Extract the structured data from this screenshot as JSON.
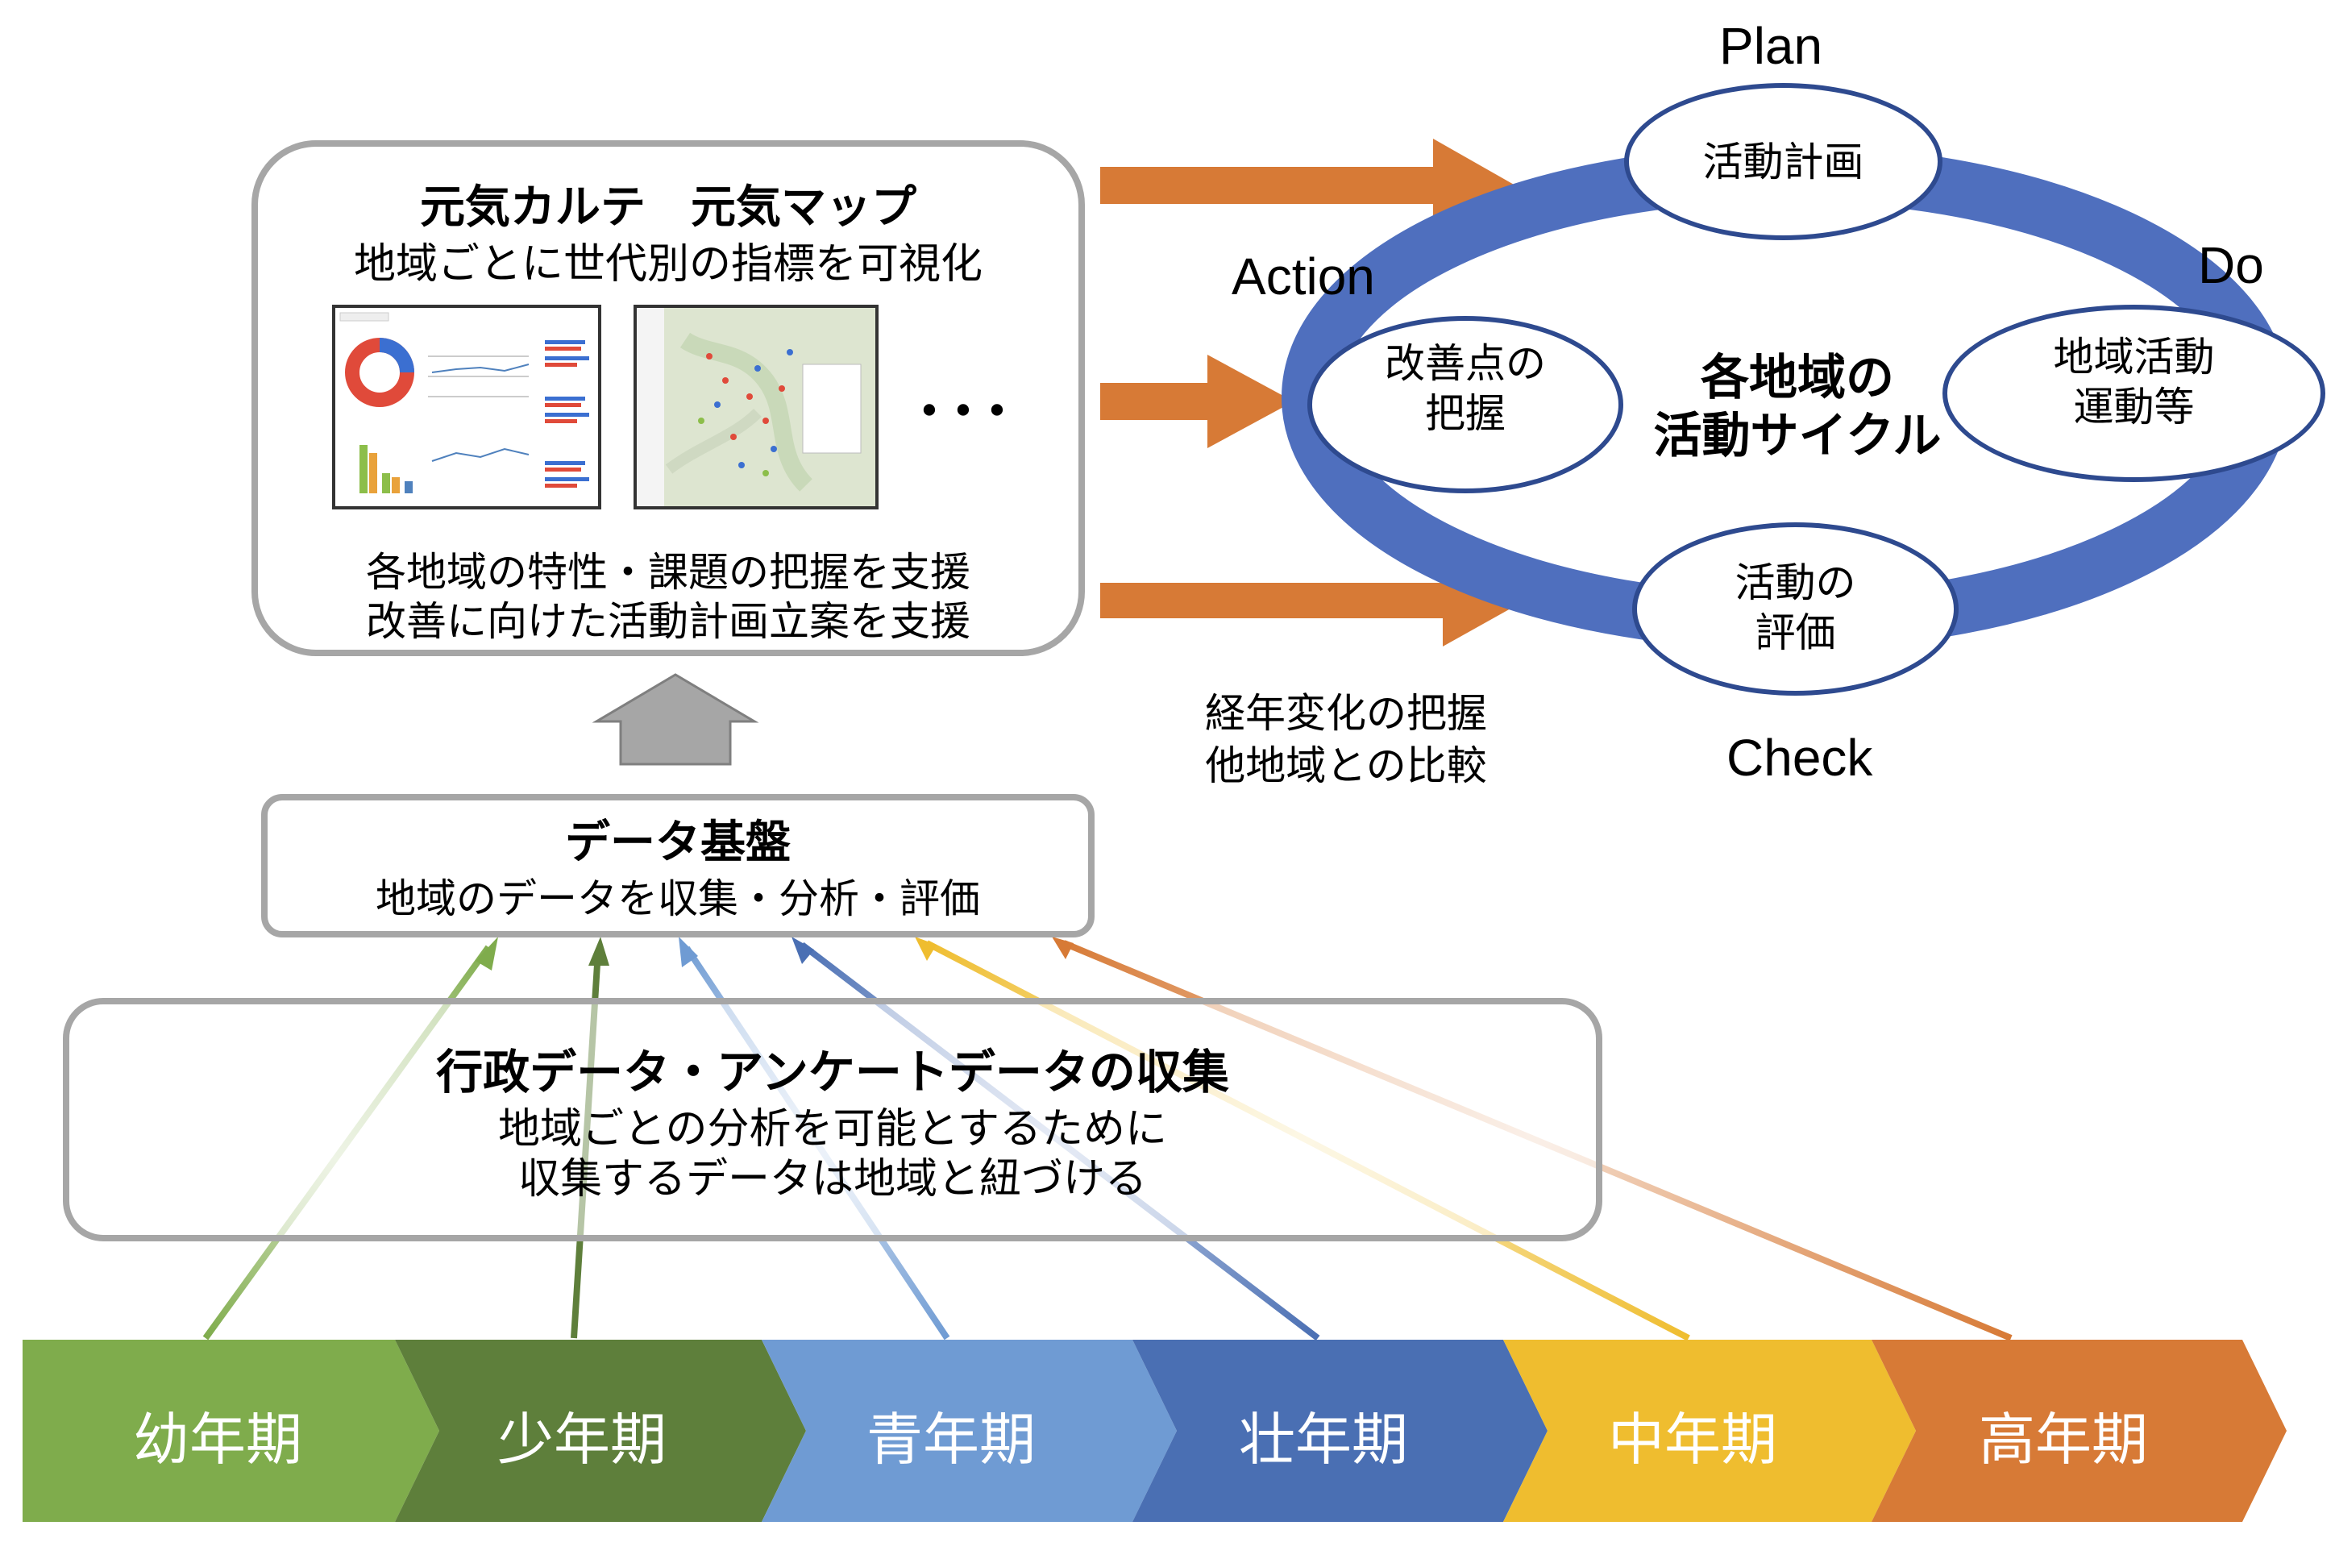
{
  "karte_box": {
    "title": "元気カルテ　元気マップ",
    "subtitle": "地域ごとに世代別の指標を可視化",
    "ellipsis": "･･･",
    "support_line1": "各地域の特性・課題の把握を支援",
    "support_line2": "改善に向けた活動計画立案を支援"
  },
  "data_platform": {
    "title": "データ基盤",
    "subtitle": "地域のデータを収集・分析・評価"
  },
  "collection_box": {
    "title": "行政データ・アンケートデータの収集",
    "line1": "地域ごとの分析を可能とするために",
    "line2": "収集するデータは地域と紐づける"
  },
  "trend_note": {
    "line1": "経年変化の把握",
    "line2": "他地域との比較"
  },
  "cycle": {
    "center_line1": "各地域の",
    "center_line2": "活動サイクル",
    "labels": {
      "plan": "Plan",
      "do": "Do",
      "check": "Check",
      "action": "Action"
    },
    "nodes": {
      "plan": "活動計画",
      "do_line1": "地域活動",
      "do_line2": "運動等",
      "check_line1": "活動の",
      "check_line2": "評価",
      "action_line1": "改善点の",
      "action_line2": "把握"
    },
    "ring_color": "#4f6fbe"
  },
  "life_stages": [
    {
      "label": "幼年期",
      "color": "#7fac4c"
    },
    {
      "label": "少年期",
      "color": "#5e7f3b"
    },
    {
      "label": "青年期",
      "color": "#6f9bd3"
    },
    {
      "label": "壮年期",
      "color": "#4a6fb3"
    },
    {
      "label": "中年期",
      "color": "#efbd2f"
    },
    {
      "label": "高年期",
      "color": "#d77a36"
    }
  ],
  "arrow_colors": {
    "process": "#d77a36",
    "up": "#a6a6a6"
  }
}
